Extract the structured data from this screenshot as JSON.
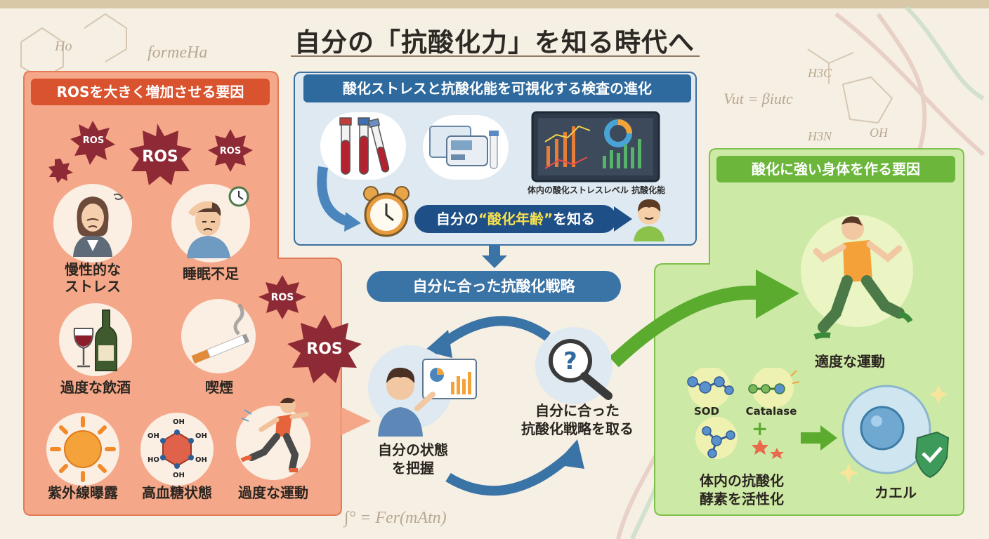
{
  "title": "自分の「抗酸化力」を知る時代へ",
  "background_formulas": {
    "f1": "Ho",
    "f2": "formeHa",
    "f3": "Vut = βiutc",
    "f4": "H3C",
    "f5": "H3N",
    "f6": "OH",
    "f7": "∫° = Fer(mAtn)"
  },
  "left_panel": {
    "heading": "ROSを大きく増加させる要因",
    "ros_label": "ROS",
    "factors": [
      {
        "label_line1": "慢性的な",
        "label_line2": "ストレス",
        "icon": "stressed-woman-icon"
      },
      {
        "label_line1": "睡眠不足",
        "label_line2": "",
        "icon": "tired-man-alarm-icon"
      },
      {
        "label_line1": "過度な飲酒",
        "label_line2": "",
        "icon": "wine-bottle-icon"
      },
      {
        "label_line1": "喫煙",
        "label_line2": "",
        "icon": "cigarette-icon"
      },
      {
        "label_line1": "紫外線曝露",
        "label_line2": "",
        "icon": "sun-icon"
      },
      {
        "label_line1": "高血糖状態",
        "label_line2": "",
        "icon": "glucose-molecule-icon"
      },
      {
        "label_line1": "過度な運動",
        "label_line2": "",
        "icon": "running-man-icon"
      }
    ],
    "molecule_oh": "OH",
    "molecule_ho": "HO"
  },
  "middle": {
    "heading": "酸化ストレスと抗酸化能を可視化する検査の進化",
    "monitor_caption": "体内の酸化ストレスレベル  抗酸化能",
    "age_prefix": "自分の",
    "age_highlight": "“酸化年齢”",
    "age_suffix": "を知る",
    "strategy": "自分に合った抗酸化戦略",
    "step1_line1": "自分の状態",
    "step1_line2": "を把握",
    "step2_line1": "自分に合った",
    "step2_line2": "抗酸化戦略を取る"
  },
  "right_panel": {
    "heading": "酸化に強い身体を作る要因",
    "exercise": "適度な運動",
    "sod": "SOD",
    "catalase": "Catalase",
    "enzyme_line1": "体内の抗酸化",
    "enzyme_line2": "酵素を活性化",
    "cell": "カエル"
  },
  "colors": {
    "left_panel_bg": "#f4a889",
    "left_heading": "#d9532f",
    "middle_heading": "#2e6a9e",
    "right_panel_bg": "#cde9a6",
    "right_heading": "#6cb63c",
    "ros_star": "#8e2a35"
  }
}
